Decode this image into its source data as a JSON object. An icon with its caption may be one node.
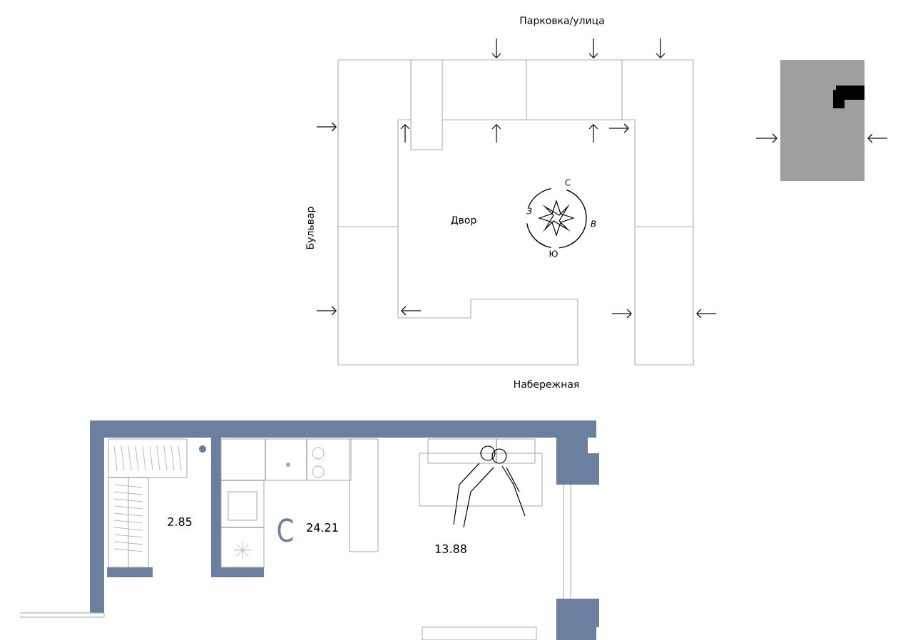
{
  "diagram": {
    "labels": [
      "Парковка/улица",
      "Бульвар",
      "Двор",
      "С",
      "З",
      "В",
      "Ю",
      "Набережная",
      "2.85",
      "С",
      "24.21",
      "13.88"
    ]
  }
}
